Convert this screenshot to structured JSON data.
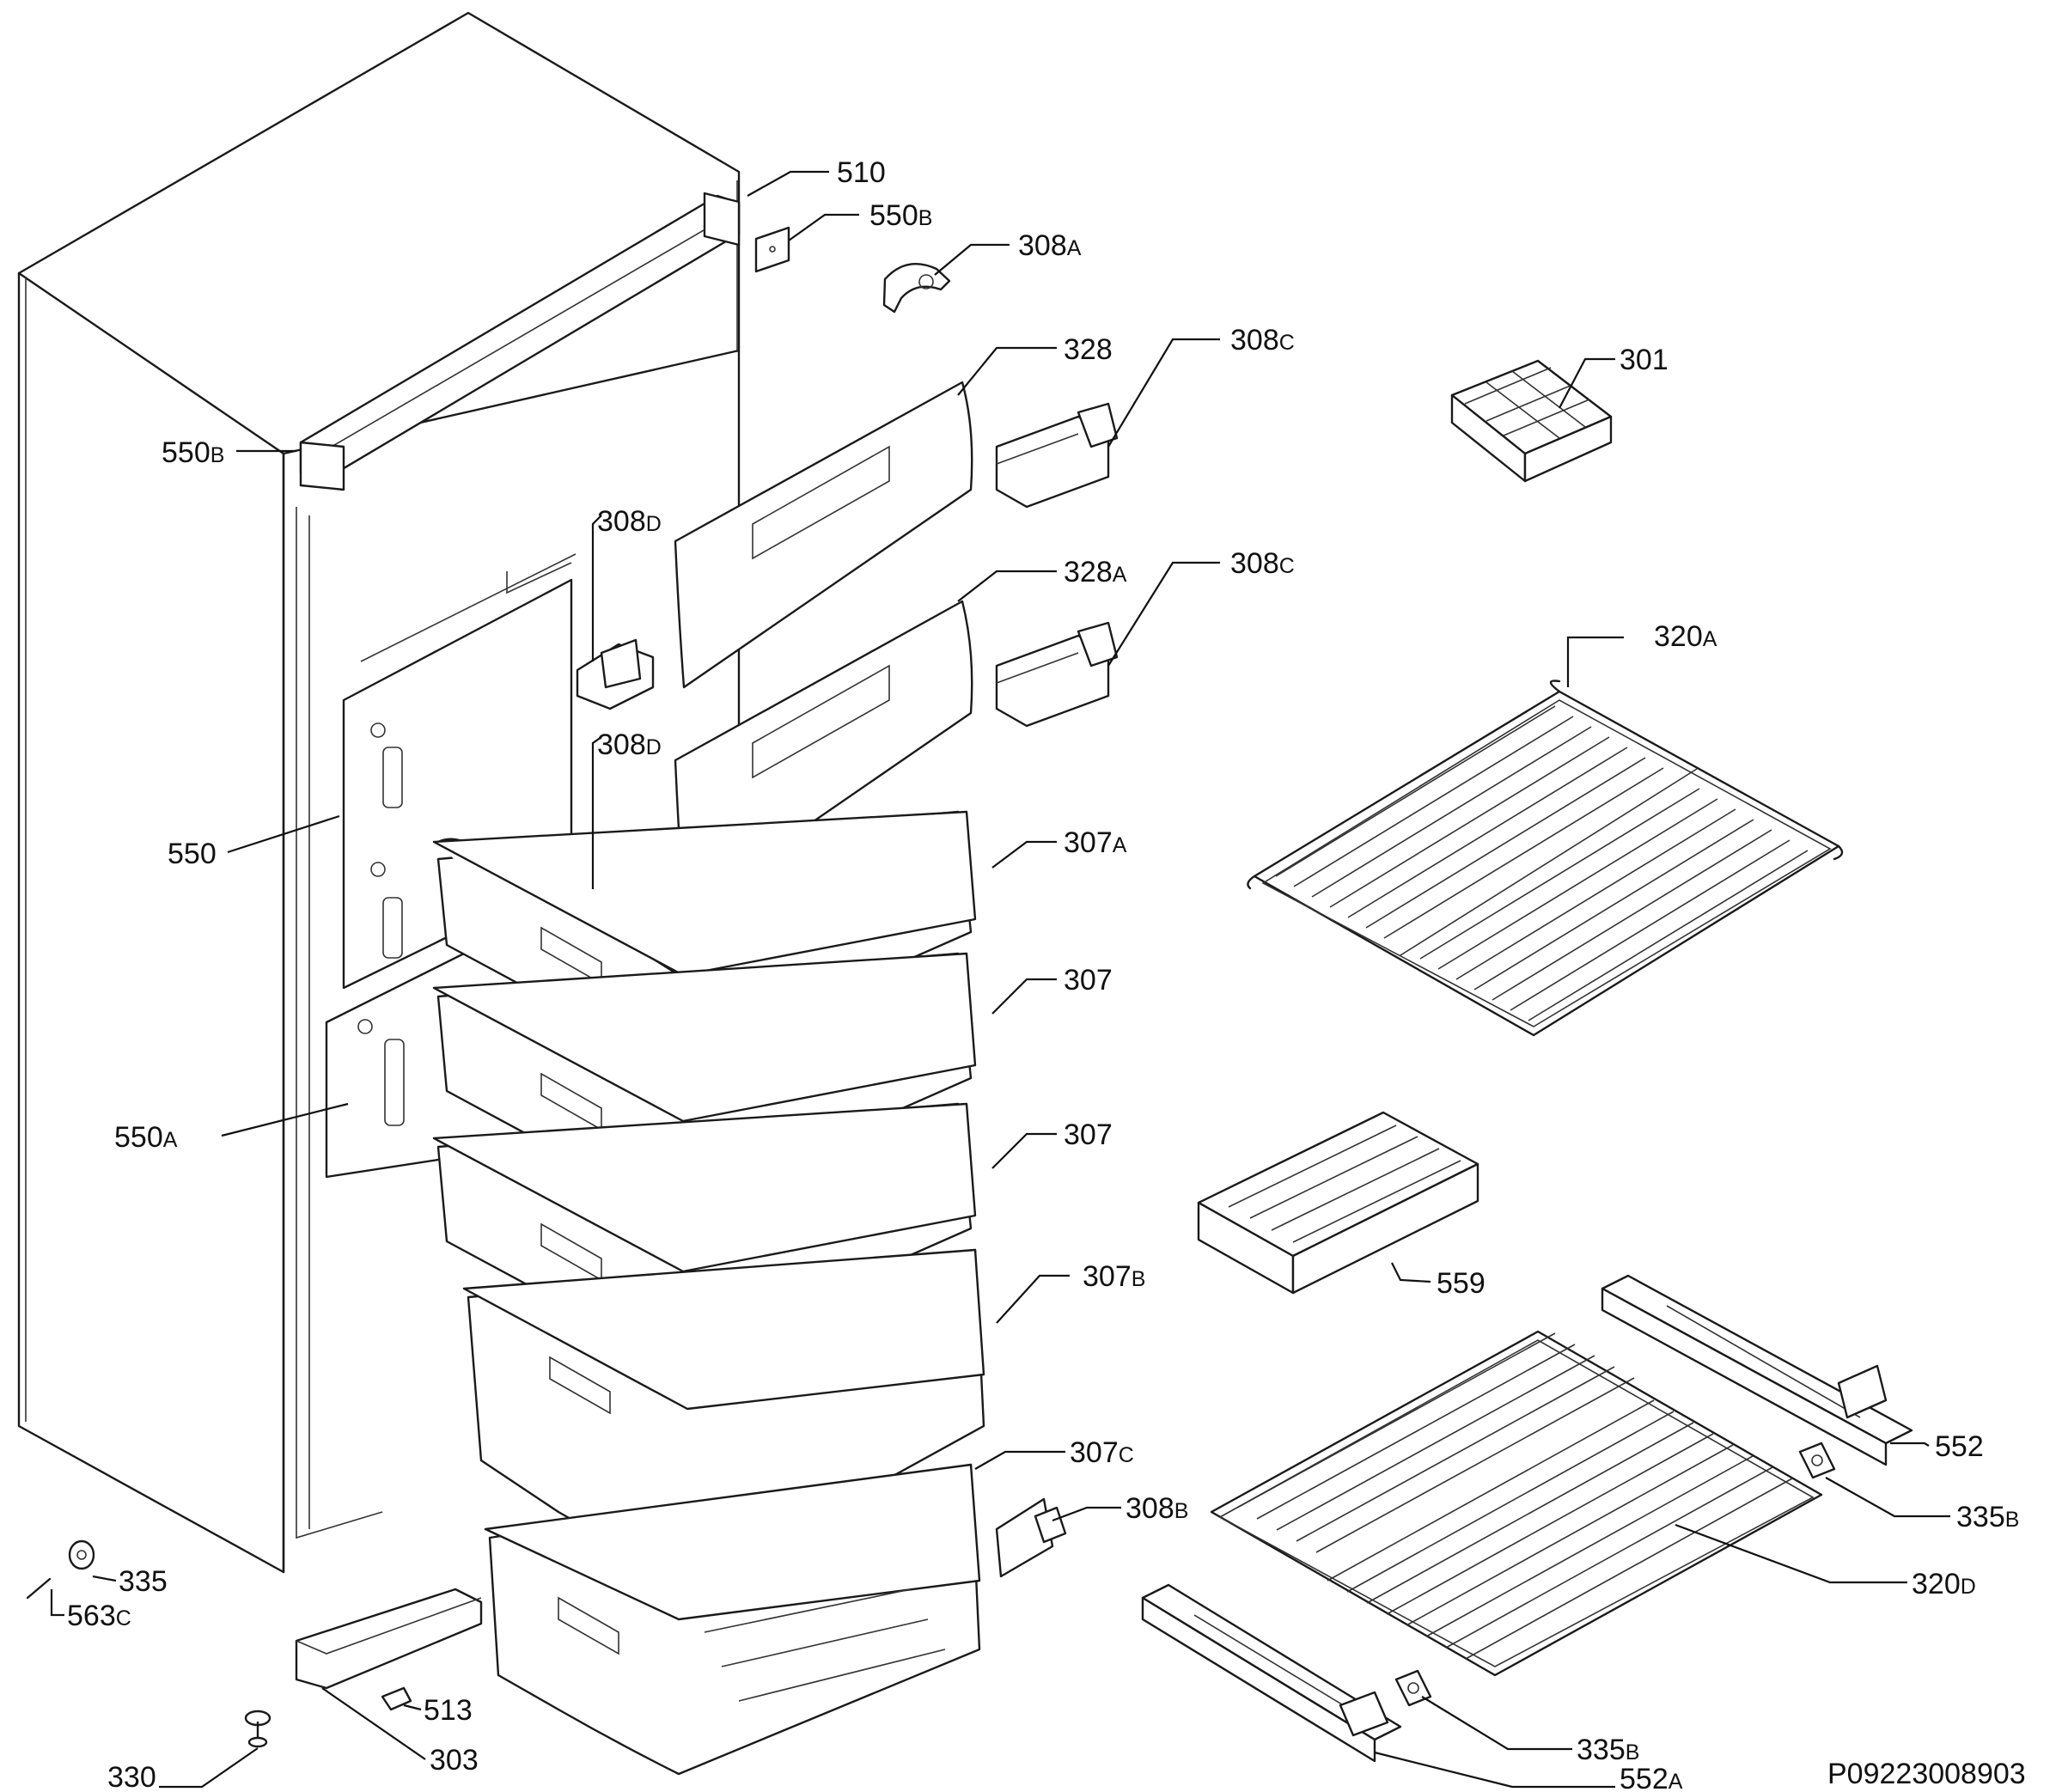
{
  "labels": {
    "l510": {
      "num": "510",
      "suf": ""
    },
    "l550b_top": {
      "num": "550",
      "suf": "B"
    },
    "l308a": {
      "num": "308",
      "suf": "A"
    },
    "l328": {
      "num": "328",
      "suf": ""
    },
    "l308c_1": {
      "num": "308",
      "suf": "C"
    },
    "l301": {
      "num": "301",
      "suf": ""
    },
    "l550b_left": {
      "num": "550",
      "suf": "B"
    },
    "l308d_1": {
      "num": "308",
      "suf": "D"
    },
    "l328a": {
      "num": "328",
      "suf": "A"
    },
    "l308c_2": {
      "num": "308",
      "suf": "C"
    },
    "l320a": {
      "num": "320",
      "suf": "A"
    },
    "l308d_2": {
      "num": "308",
      "suf": "D"
    },
    "l550": {
      "num": "550",
      "suf": ""
    },
    "l307a": {
      "num": "307",
      "suf": "A"
    },
    "l307_1": {
      "num": "307",
      "suf": ""
    },
    "l550a": {
      "num": "550",
      "suf": "A"
    },
    "l307_2": {
      "num": "307",
      "suf": ""
    },
    "l307b": {
      "num": "307",
      "suf": "B"
    },
    "l559": {
      "num": "559",
      "suf": ""
    },
    "l552": {
      "num": "552",
      "suf": ""
    },
    "l307c": {
      "num": "307",
      "suf": "C"
    },
    "l335b_1": {
      "num": "335",
      "suf": "B"
    },
    "l308b": {
      "num": "308",
      "suf": "B"
    },
    "l335": {
      "num": "335",
      "suf": ""
    },
    "l563c": {
      "num": "563",
      "suf": "C"
    },
    "l320d": {
      "num": "320",
      "suf": "D"
    },
    "l513": {
      "num": "513",
      "suf": ""
    },
    "l303": {
      "num": "303",
      "suf": ""
    },
    "l330": {
      "num": "330",
      "suf": ""
    },
    "l335b_2": {
      "num": "335",
      "suf": "B"
    },
    "l552a": {
      "num": "552",
      "suf": "A"
    }
  },
  "drawing_id": "P09223008903"
}
